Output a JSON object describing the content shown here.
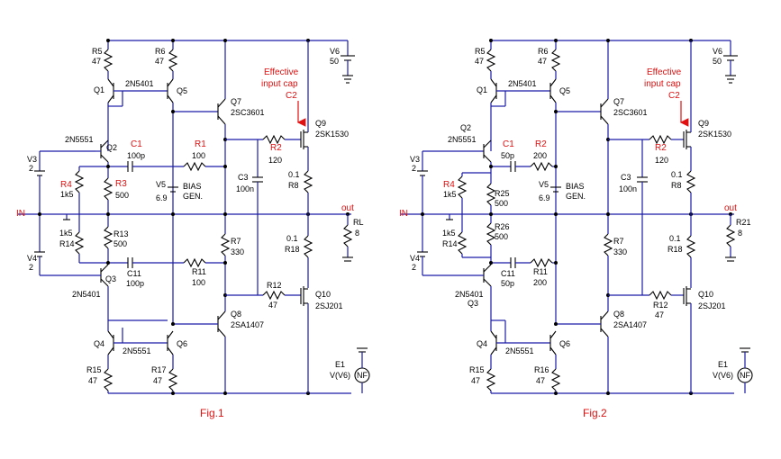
{
  "left": {
    "caption": "Fig.1",
    "q1": "Q1",
    "q1_part": "2N5401",
    "q2": "Q2",
    "q2_part": "2N5551",
    "q3": "Q3",
    "q3_part": "2N5401",
    "q4": "Q4",
    "q4_part": "2N5551",
    "q5": "Q5",
    "q6": "Q6",
    "q7": "Q7",
    "q7_part": "2SC3601",
    "q8": "Q8",
    "q8_part": "2SA1407",
    "q9": "Q9",
    "q9_part": "2SK1530",
    "q10": "Q10",
    "q10_part": "2SJ201",
    "r5": "R5",
    "r5_val": "47",
    "r6": "R6",
    "r6_val": "47",
    "r15": "R15",
    "r15_val": "47",
    "r17": "R17",
    "r17_val": "47",
    "r4": "R4",
    "r4_val": "1k5",
    "r14": "R14",
    "r14_val": "1k5",
    "r3": "R3",
    "r3_val": "500",
    "r13": "R13",
    "r13_val": "500",
    "r1": "R1",
    "r1_val": "100",
    "r11": "R11",
    "r11_val": "100",
    "r2": "R2",
    "r2_val": "120",
    "r12": "R12",
    "r12_val": "47",
    "r7": "R7",
    "r7_val": "330",
    "r8": "R8",
    "r8_val": "0.1",
    "r18": "R18",
    "r18_val": "0.1",
    "rl": "RL",
    "rl_val": "8",
    "c1": "C1",
    "c1_val": "100p",
    "c11": "C11",
    "c11_val": "100p",
    "c3": "C3",
    "c3_val": "100n",
    "c2": "C2",
    "v3": "V3",
    "v3_val": "2",
    "v4": "V4",
    "v4_val": "2",
    "v5": "V5",
    "v5_val": "6.9",
    "v6": "V6",
    "v6_val": "50",
    "bias1": "BIAS",
    "bias2": "GEN.",
    "eff1": "Effective",
    "eff2": "input cap",
    "in": "IN",
    "out": "out",
    "e1": "E1",
    "e1_expr": "V(V6)",
    "nf": "NF"
  },
  "right": {
    "caption": "Fig.2",
    "q1": "Q1",
    "q1_part": "2N5401",
    "q2": "Q2",
    "q2_part": "2N5551",
    "q3": "Q3",
    "q3_part": "2N5401",
    "q4": "Q4",
    "q4_part": "2N5551",
    "q5": "Q5",
    "q6": "Q6",
    "q7": "Q7",
    "q7_part": "2SC3601",
    "q8": "Q8",
    "q8_part": "2SA1407",
    "q9": "Q9",
    "q9_part": "2SK1530",
    "q10": "Q10",
    "q10_part": "2SJ201",
    "r5": "R5",
    "r5_val": "47",
    "r6": "R6",
    "r6_val": "47",
    "r15": "R15",
    "r15_val": "47",
    "r16": "R16",
    "r16_val": "47",
    "r4": "R4",
    "r4_val": "1k5",
    "r14": "R14",
    "r14_val": "1k5",
    "r25": "R25",
    "r25_val": "500",
    "r26": "R26",
    "r26_val": "500",
    "r2a": "R2",
    "r2a_val": "200",
    "r11": "R11",
    "r11_val": "200",
    "r2": "R2",
    "r2_val": "120",
    "r12": "R12",
    "r12_val": "47",
    "r7": "R7",
    "r7_val": "330",
    "r8": "R8",
    "r8_val": "0.1",
    "r18": "R18",
    "r18_val": "0.1",
    "r21": "R21",
    "r21_val": "8",
    "c1": "C1",
    "c1_val": "50p",
    "c11": "C11",
    "c11_val": "50p",
    "c3": "C3",
    "c3_val": "100n",
    "c2": "C2",
    "v3": "V3",
    "v3_val": "2",
    "v4": "V4",
    "v4_val": "2",
    "v5": "V5",
    "v5_val": "6.9",
    "v6": "V6",
    "v6_val": "50",
    "bias1": "BIAS",
    "bias2": "GEN.",
    "eff1": "Effective",
    "eff2": "input cap",
    "in": "IN",
    "out": "out",
    "e1": "E1",
    "e1_expr": "V(V6)",
    "nf": "NF"
  }
}
